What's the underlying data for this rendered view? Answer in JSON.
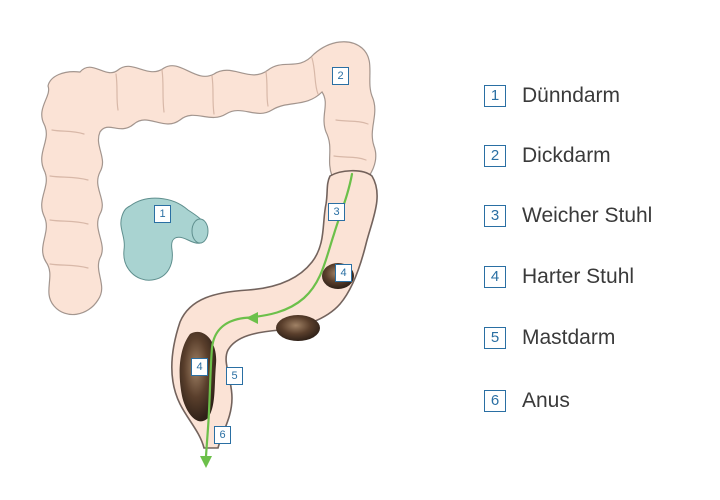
{
  "legend": [
    {
      "number": "1",
      "label": "Dünndarm"
    },
    {
      "number": "2",
      "label": "Dickdarm"
    },
    {
      "number": "3",
      "label": "Weicher Stuhl"
    },
    {
      "number": "4",
      "label": "Harter Stuhl"
    },
    {
      "number": "5",
      "label": "Mastdarm"
    },
    {
      "number": "6",
      "label": "Anus"
    }
  ],
  "diagram_tags": [
    "1",
    "2",
    "3",
    "4",
    "4",
    "5",
    "6"
  ],
  "colors": {
    "colon_fill": "#fbe3d6",
    "colon_outline": "#5a4a44",
    "small_intestine_fill": "#a9d3d1",
    "stool": "#4a3426",
    "arrow": "#6cc04a",
    "tag_blue": "#2a6fa3"
  }
}
